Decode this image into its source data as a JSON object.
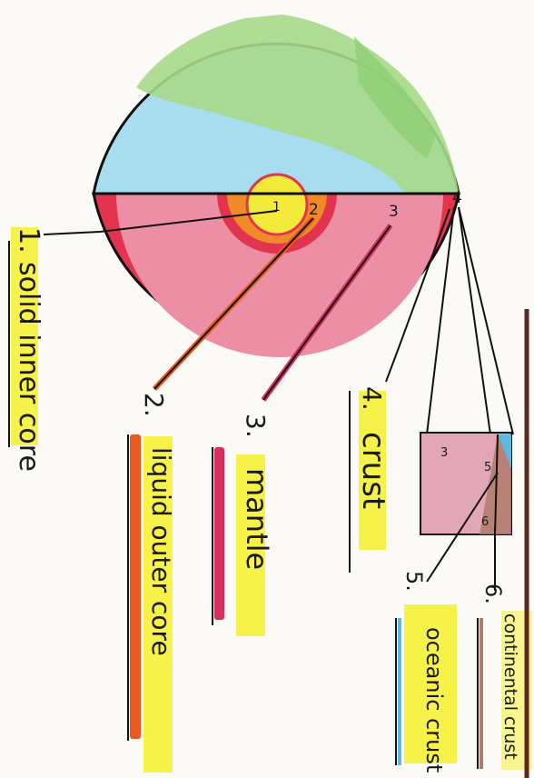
{
  "labels": [
    {
      "number": "1.",
      "name": "solid inner core"
    },
    {
      "number": "2.",
      "name": "liquid outer core"
    },
    {
      "number": "3.",
      "name": "mantle"
    },
    {
      "number": "4.",
      "name": "crust"
    },
    {
      "number": "5.",
      "name": "oceanic crust"
    },
    {
      "number": "6.",
      "name": "continental crust"
    }
  ],
  "marks": {
    "inner": "1",
    "outer": "2",
    "mantle": "3",
    "crust": "4",
    "inset_mantle": "3",
    "inset_oceanic": "5",
    "inset_continental": "6"
  },
  "colors": {
    "ocean": "#a8dcef",
    "land": "#a6d98a",
    "mantle": "#ec8ea4",
    "rim": "#e2334f",
    "outer_core": "#f08a28",
    "inner_core": "#f4ea3a",
    "highlight": "#f5f02a",
    "continental": "#b07a6a",
    "oceanic": "#5cb8df"
  }
}
